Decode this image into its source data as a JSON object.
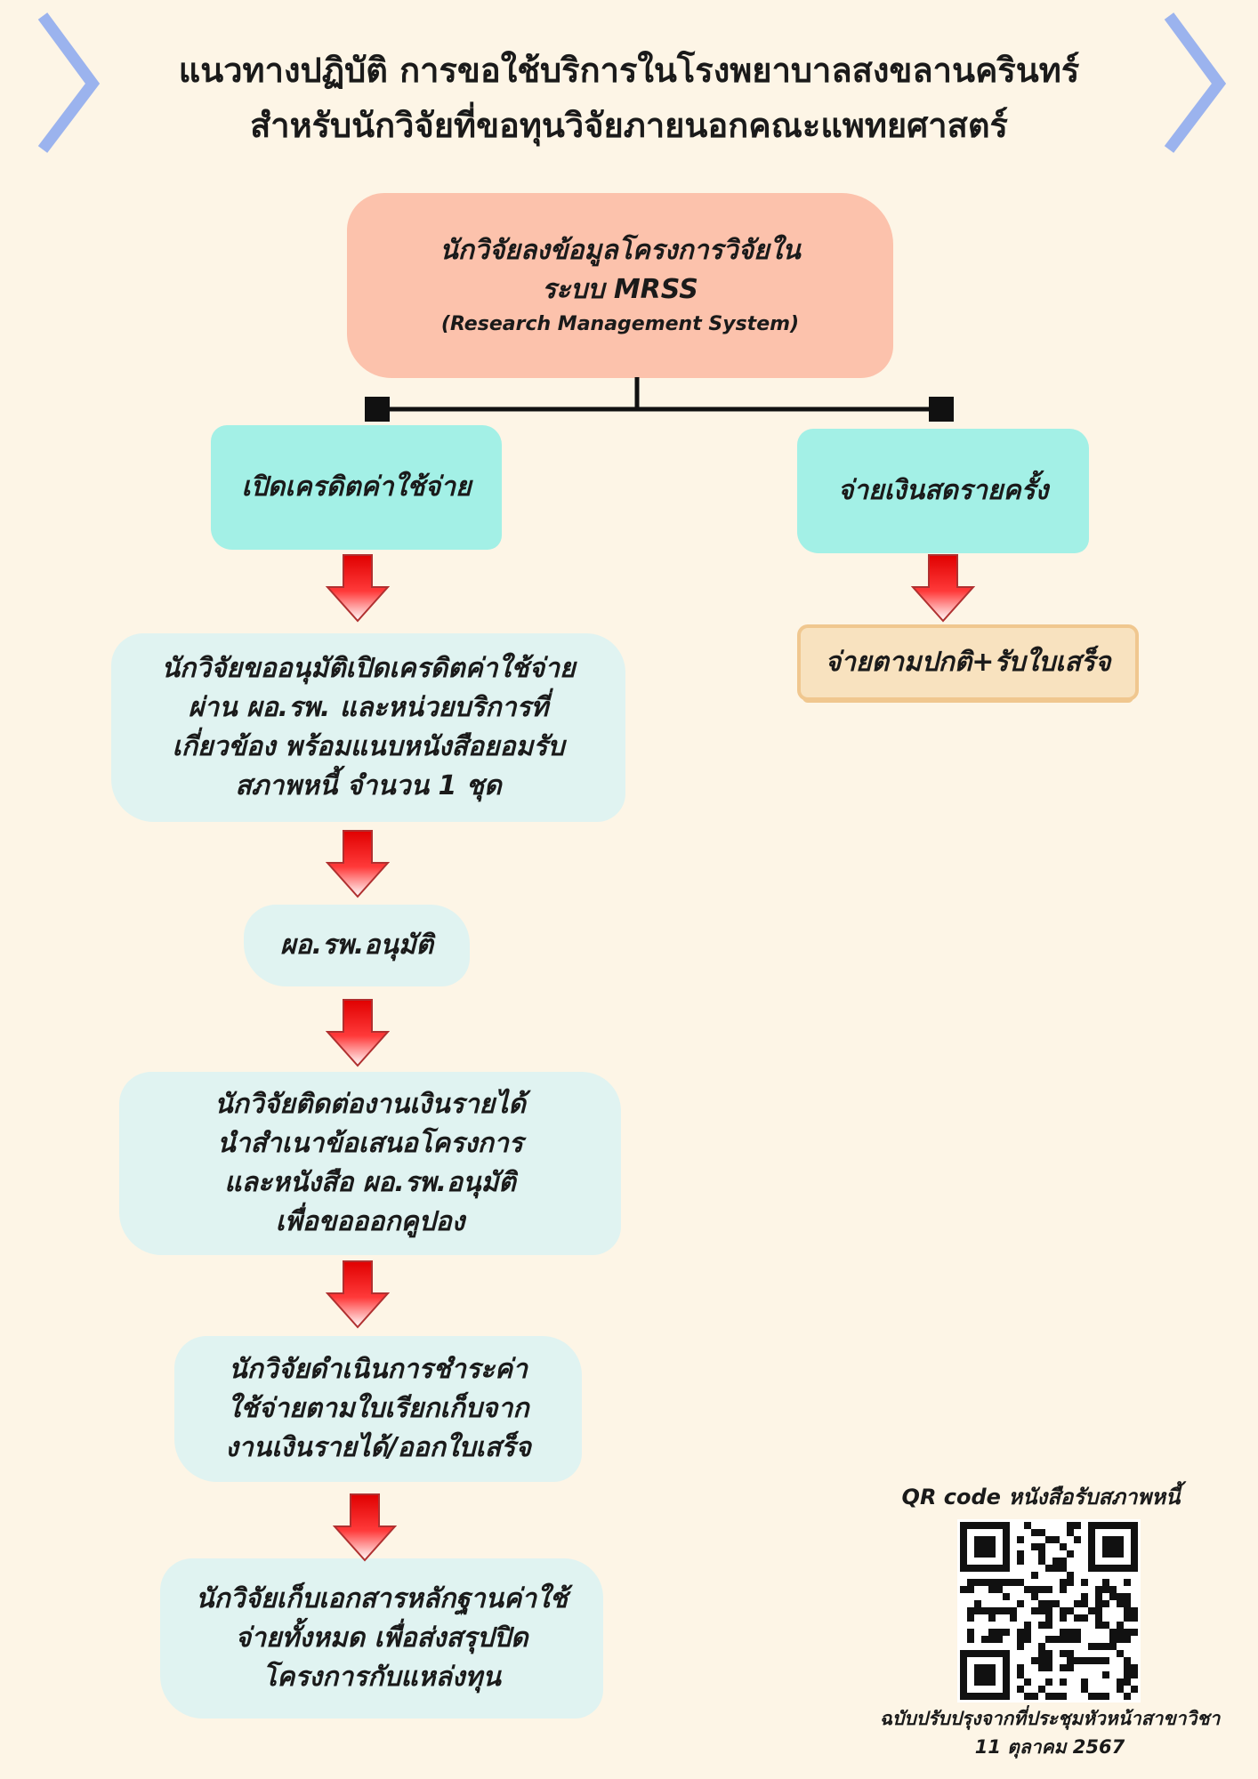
{
  "title": {
    "line1": "แนวทางปฏิบัติ การขอใช้บริการในโรงพยาบาลสงขลานครินทร์",
    "line2": "สำหรับนักวิจัยที่ขอทุนวิจัยภายนอกคณะแพทยศาสตร์"
  },
  "top_box": {
    "line1": "นักวิจัยลงข้อมูลโครงการวิจัยใน",
    "line2": "ระบบ MRSS",
    "line3": "(Research Management System)"
  },
  "left_branch": {
    "label": "เปิดเครดิตค่าใช้จ่าย",
    "steps": [
      {
        "lines": [
          "นักวิจัยขออนุมัติเปิดเครดิตค่าใช้จ่าย",
          "ผ่าน ผอ.รพ. และหน่วยบริการที่",
          "เกี่ยวข้อง พร้อมแนบหนังสือยอมรับ",
          "สภาพหนี้ จำนวน 1 ชุด"
        ]
      },
      {
        "lines": [
          "ผอ.รพ.อนุมัติ"
        ]
      },
      {
        "lines": [
          "นักวิจัยติดต่องานเงินรายได้",
          "นำสำเนาข้อเสนอโครงการ",
          "และหนังสือ ผอ.รพ.อนุมัติ",
          "เพื่อขอออกคูปอง"
        ]
      },
      {
        "lines": [
          "นักวิจัยดำเนินการชำระค่า",
          "ใช้จ่ายตามใบเรียกเก็บจาก",
          "งานเงินรายได้/ออกใบเสร็จ"
        ]
      },
      {
        "lines": [
          "นักวิจัยเก็บเอกสารหลักฐานค่าใช้",
          "จ่ายทั้งหมด เพื่อส่งสรุปปิด",
          "โครงการกับแหล่งทุน"
        ]
      }
    ]
  },
  "right_branch": {
    "label": "จ่ายเงินสดรายครั้ง",
    "result": "จ่ายตามปกติ+รับใบเสร็จ"
  },
  "qr": {
    "caption": "QR code หนังสือรับสภาพหนี้"
  },
  "footer": {
    "line1": "ฉบับปรับปรุงจากที่ประชุมหัวหน้าสาขาวิชา",
    "line2": "11 ตุลาคม 2567"
  },
  "colors": {
    "background": "#fdf5e6",
    "top_box": "#fcc2ac",
    "branch_box": "#a3f0e6",
    "step_box": "#e0f3f1",
    "result_box": "#f8e2bf",
    "arrow": "#e00000",
    "chevron": "#9bb3ee"
  }
}
